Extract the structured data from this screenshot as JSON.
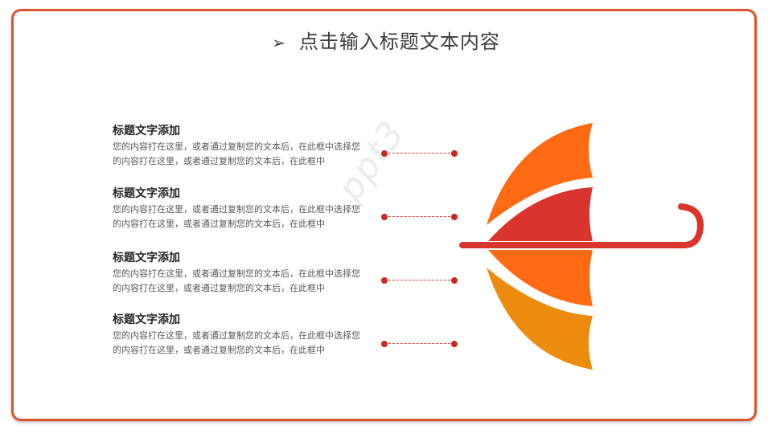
{
  "slide": {
    "title_arrow": "➢",
    "title": "点击输入标题文本内容",
    "watermark": "ppt3"
  },
  "items": [
    {
      "heading": "标题文字添加",
      "body": "您的内容打在这里，或者通过复制您的文本后，在此框中选择您的内容打在这里，或者通过复制您的文本后，在此框中"
    },
    {
      "heading": "标题文字添加",
      "body": "您的内容打在这里，或者通过复制您的文本后，在此框中选择您的内容打在这里，或者通过复制您的文本后，在此框中"
    },
    {
      "heading": "标题文字添加",
      "body": "您的内容打在这里，或者通过复制您的文本后，在此框中选择您的内容打在这里，或者通过复制您的文本后，在此框中"
    },
    {
      "heading": "标题文字添加",
      "body": "您的内容打在这里，或者通过复制您的文本后，在此框中选择您的内容打在这里，或者通过复制您的文本后，在此框中"
    }
  ],
  "colors": {
    "frame": "#e0502a",
    "segment_1": "#ff6a13",
    "segment_2": "#d9352e",
    "segment_3": "#ff6a13",
    "segment_4": "#eb8c0e",
    "handle": "#d9352e",
    "connector": "#c8281e"
  }
}
